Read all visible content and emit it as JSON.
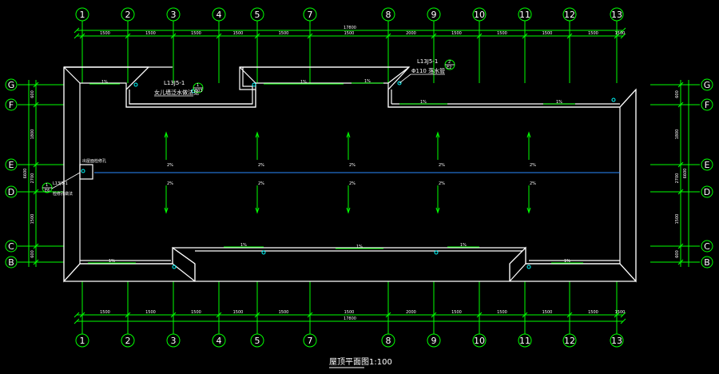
{
  "axes": {
    "columns": [
      "1",
      "2",
      "3",
      "4",
      "5",
      "7",
      "8",
      "9",
      "10",
      "11",
      "12",
      "13"
    ],
    "rows": [
      "G",
      "F",
      "E",
      "D",
      "C",
      "B"
    ]
  },
  "dimensions": {
    "top_segments": [
      "1500",
      "1500",
      "1500",
      "1500",
      "1500",
      "1500",
      "2000",
      "1500",
      "1500",
      "1500",
      "1500",
      "1500"
    ],
    "top_total": "17800",
    "bottom_segments": [
      "1500",
      "1500",
      "1500",
      "1500",
      "1500",
      "1500",
      "2000",
      "1500",
      "1500",
      "1500",
      "1500",
      "1500"
    ],
    "bottom_total": "17800",
    "side_segments": [
      "600",
      "1800",
      "2700",
      "1500",
      "600"
    ],
    "side_total": "6600"
  },
  "notes": {
    "note1_ref": "L13J5-1",
    "note1_circle": "1",
    "note1_sub": "103",
    "note1_text": "女儿墙泛水做法见",
    "note2_ref": "L13J5-1",
    "note2_circle": "2",
    "note2_sub": "E2",
    "note2_text": "Φ110 落水管",
    "note3_ref": "L13J5-1",
    "note3_circle": "1",
    "note3_sub": "E6",
    "note3_text": "检修孔做法",
    "hatch_label": "出屋面检修孔"
  },
  "slopes": {
    "gutter": "1%",
    "roof": "2%"
  },
  "title": "屋顶平面图1:100",
  "colors": {
    "grid": "#00ff00",
    "outline": "#ffffff",
    "ridge": "#2a8cff",
    "drain": "#00ffff",
    "background": "#000000"
  }
}
